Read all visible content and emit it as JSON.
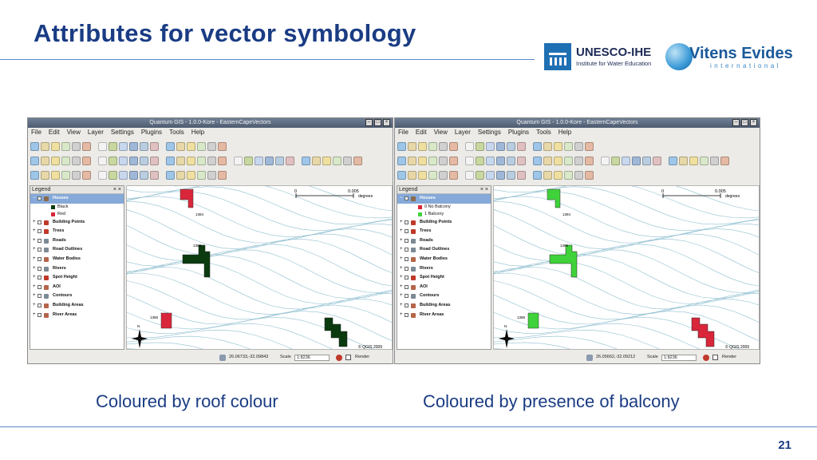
{
  "slide": {
    "title": "Attributes for vector symbology",
    "page_number": "21"
  },
  "logos": {
    "unesco_name": "UNESCO-IHE",
    "unesco_sub": "Institute for Water Education",
    "vitens_name": "Vitens Evides",
    "vitens_sub": "international"
  },
  "captions": {
    "left": "Coloured by roof colour",
    "right": "Coloured by presence of balcony"
  },
  "colors": {
    "title": "#1a3c84",
    "rule": "#5a88c6",
    "black_fill": "#0b3a0f",
    "red_fill": "#d9263a",
    "green_fill": "#3fd23a"
  },
  "window": {
    "title": "Quantum GIS - 1.0.0-Kore - EasternCapeVectors",
    "menu": [
      "File",
      "Edit",
      "View",
      "Layer",
      "Settings",
      "Plugins",
      "Tools",
      "Help"
    ]
  },
  "legend": {
    "header": "Legend",
    "close": "× ×",
    "selected_layer": "Houses",
    "layers": [
      {
        "label": "Building Points",
        "icon": "point-icon"
      },
      {
        "label": "Trees",
        "icon": "point-icon"
      },
      {
        "label": "Roads",
        "icon": "line-icon"
      },
      {
        "label": "Road Outlines",
        "icon": "line-icon"
      },
      {
        "label": "Water Bodies",
        "icon": "polygon-icon"
      },
      {
        "label": "Rivers",
        "icon": "line-icon"
      },
      {
        "label": "Spot Height",
        "icon": "point-icon"
      },
      {
        "label": "AOI",
        "icon": "polygon-icon"
      },
      {
        "label": "Contours",
        "icon": "line-icon"
      },
      {
        "label": "Building Areas",
        "icon": "polygon-icon"
      },
      {
        "label": "River Areas",
        "icon": "polygon-icon"
      }
    ]
  },
  "left_shot": {
    "categories": [
      "Black",
      "Red"
    ],
    "coords": "26.06733,-32.09843",
    "scale_label": "Scale",
    "scale": "1:8236",
    "render": "Render"
  },
  "right_shot": {
    "categories": [
      "0 No Balcony",
      "1 Balcony"
    ],
    "coords": "26.05662,-32.09212",
    "scale_label": "Scale",
    "scale": "1:8236",
    "render": "Render"
  },
  "map": {
    "scalebar_start": "0",
    "scalebar_end": "0.005",
    "scalebar_unit": "degrees",
    "copyright": "© QGIS 2009",
    "north": "N",
    "labels": [
      "1384",
      "1386",
      "1388"
    ]
  }
}
